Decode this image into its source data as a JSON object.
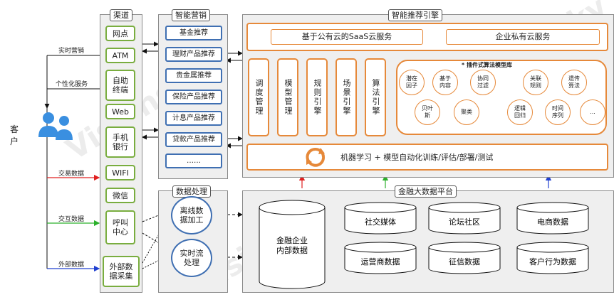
{
  "customer": {
    "label": "客户"
  },
  "channels": {
    "title": "渠道",
    "items": [
      "网点",
      "ATM",
      "自助终端",
      "Web",
      "手机银行",
      "WIFI",
      "微信",
      "呼叫中心"
    ]
  },
  "marketing": {
    "title": "智能营销",
    "items": [
      "基金推荐",
      "理财产品推荐",
      "贵金属推荐",
      "保险产品推荐",
      "计息产品推荐",
      "贷款产品推荐",
      "……"
    ]
  },
  "engine": {
    "title": "智能推荐引擎",
    "public_cloud": "基于公有云的SaaS云服务",
    "private_cloud": "企业私有云服务",
    "tall_boxes": [
      "调度管理",
      "模型管理",
      "规则引擎",
      "场景引擎",
      "算法引擎"
    ],
    "algo_title": "* 插件式算法模型库",
    "algos": [
      "潜在因子",
      "基于内容",
      "协同过滤",
      "关联规则",
      "遗传算法",
      "贝叶斯",
      "聚类",
      "逻辑回归",
      "时间序列",
      "..."
    ],
    "ml_bar": "机器学习 + 模型自动化训练/评估/部署/测试"
  },
  "data_processing": {
    "title": "数据处理",
    "offline": "离线数据加工",
    "realtime": "实时流处理",
    "external": "外部数据采集"
  },
  "platform": {
    "title": "金融大数据平台",
    "internal": "金融企业内部数据",
    "sources": [
      "社交媒体",
      "论坛社区",
      "电商数据",
      "运营商数据",
      "征信数据",
      "客户行为数据"
    ]
  },
  "edges": {
    "realtime_marketing": "实时营销",
    "personalized_service": "个性化服务",
    "transaction_data": "交易数据",
    "interaction_data": "交互数据",
    "external_data": "外部数据"
  },
  "watermark": "Visionsky"
}
